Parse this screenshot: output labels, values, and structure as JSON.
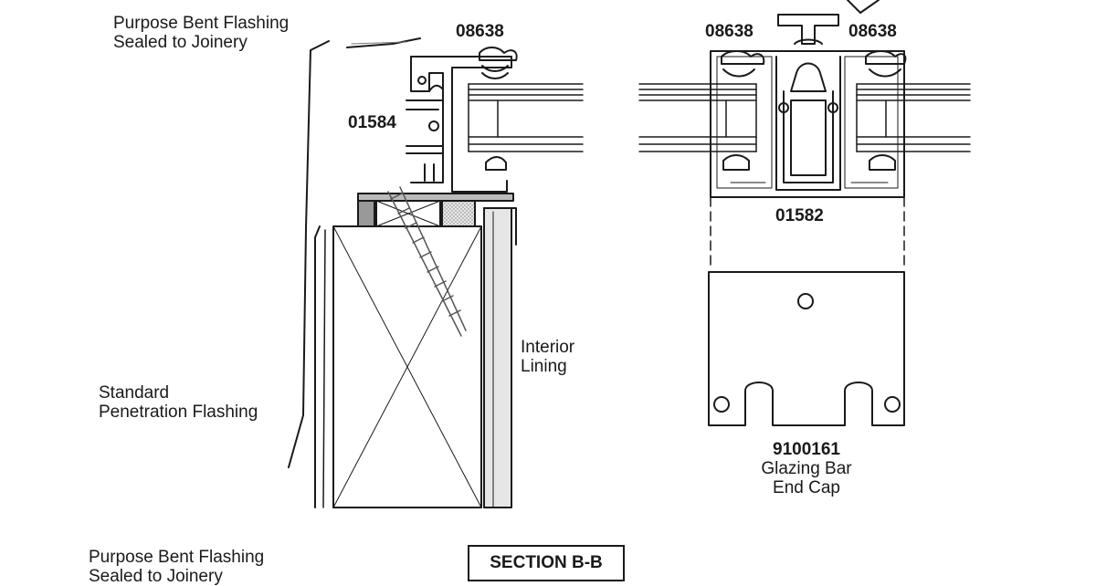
{
  "labels": {
    "purpose_flashing_top": [
      "Purpose Bent Flashing",
      "Sealed to Joinery"
    ],
    "part_08638_left": "08638",
    "part_01584": "01584",
    "part_08638_mid": "08638",
    "part_08638_right": "08638",
    "part_01582": "01582",
    "interior_lining": [
      "Interior",
      "Lining"
    ],
    "standard_flashing": [
      "Standard",
      "Penetration Flashing"
    ],
    "end_cap": [
      "9100161",
      "Glazing Bar",
      "End Cap"
    ],
    "purpose_flashing_bottom": [
      "Purpose Bent Flashing",
      "Sealed to Joinery"
    ],
    "section_title": "SECTION B-B"
  },
  "colors": {
    "line": "#1a1a1a",
    "hatch": "#555555",
    "infill": "#d9d9d9"
  }
}
